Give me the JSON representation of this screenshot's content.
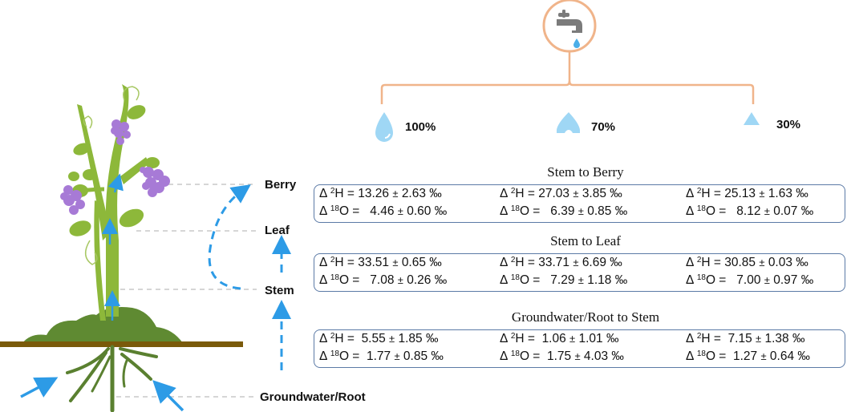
{
  "header": {
    "source_icon": "faucet-icon",
    "treatments": [
      {
        "label": "100%",
        "icon": "water-drop-full-icon",
        "irrigation_fraction": 1.0
      },
      {
        "label": "70%",
        "icon": "water-drop-partial-icon",
        "irrigation_fraction": 0.7
      },
      {
        "label": "30%",
        "icon": "water-drop-small-icon",
        "irrigation_fraction": 0.3
      }
    ]
  },
  "plant": {
    "stages": {
      "berry": "Berry",
      "leaf": "Leaf",
      "stem": "Stem",
      "root": "Groundwater/Root"
    }
  },
  "colors": {
    "box_border": "#5b7aa6",
    "arrow": "#2d9be6",
    "connector": "#f0b48a",
    "plant_green": "#8db83a",
    "ground_green": "#5f8a32",
    "soil": "#7a5a0a",
    "grape": "#a77ad6",
    "drop": "#9fd7f5"
  },
  "sections": [
    {
      "title": "Stem to Berry",
      "rows": [
        [
          {
            "symbol": "Δ",
            "iso": "2",
            "elem": "H",
            "mean": "13.26",
            "sd": "2.63",
            "unit": "‰"
          },
          {
            "symbol": "Δ",
            "iso": "2",
            "elem": "H",
            "mean": "27.03",
            "sd": "3.85",
            "unit": "‰"
          },
          {
            "symbol": "Δ",
            "iso": "2",
            "elem": "H",
            "mean": "25.13",
            "sd": "1.63",
            "unit": "‰"
          }
        ],
        [
          {
            "symbol": "Δ",
            "iso": "18",
            "elem": "O",
            "mean": "4.46",
            "sd": "0.60",
            "unit": "‰"
          },
          {
            "symbol": "Δ",
            "iso": "18",
            "elem": "O",
            "mean": "6.39",
            "sd": "0.85",
            "unit": "‰"
          },
          {
            "symbol": "Δ",
            "iso": "18",
            "elem": "O",
            "mean": "8.12",
            "sd": "0.07",
            "unit": "‰"
          }
        ]
      ]
    },
    {
      "title": "Stem to Leaf",
      "rows": [
        [
          {
            "symbol": "Δ",
            "iso": "2",
            "elem": "H",
            "mean": "33.51",
            "sd": "0.65",
            "unit": "‰"
          },
          {
            "symbol": "Δ",
            "iso": "2",
            "elem": "H",
            "mean": "33.71",
            "sd": "6.69",
            "unit": "‰"
          },
          {
            "symbol": "Δ",
            "iso": "2",
            "elem": "H",
            "mean": "30.85",
            "sd": "0.03",
            "unit": "‰"
          }
        ],
        [
          {
            "symbol": "Δ",
            "iso": "18",
            "elem": "O",
            "mean": "7.08",
            "sd": "0.26",
            "unit": "‰"
          },
          {
            "symbol": "Δ",
            "iso": "18",
            "elem": "O",
            "mean": "7.29",
            "sd": "1.18",
            "unit": "‰"
          },
          {
            "symbol": "Δ",
            "iso": "18",
            "elem": "O",
            "mean": "7.00",
            "sd": "0.97",
            "unit": "‰"
          }
        ]
      ]
    },
    {
      "title": "Groundwater/Root to Stem",
      "rows": [
        [
          {
            "symbol": "Δ",
            "iso": "2",
            "elem": "H",
            "mean": "5.55",
            "sd": "1.85",
            "unit": "‰"
          },
          {
            "symbol": "Δ",
            "iso": "2",
            "elem": "H",
            "mean": "1.06",
            "sd": "1.01",
            "unit": "‰"
          },
          {
            "symbol": "Δ",
            "iso": "2",
            "elem": "H",
            "mean": "7.15",
            "sd": "1.38",
            "unit": "‰"
          }
        ],
        [
          {
            "symbol": "Δ",
            "iso": "18",
            "elem": "O",
            "mean": "1.77",
            "sd": "0.85",
            "unit": "‰"
          },
          {
            "symbol": "Δ",
            "iso": "18",
            "elem": "O",
            "mean": "1.75",
            "sd": "4.03",
            "unit": "‰"
          },
          {
            "symbol": "Δ",
            "iso": "18",
            "elem": "O",
            "mean": "1.27",
            "sd": "0.64",
            "unit": "‰"
          }
        ]
      ]
    }
  ]
}
